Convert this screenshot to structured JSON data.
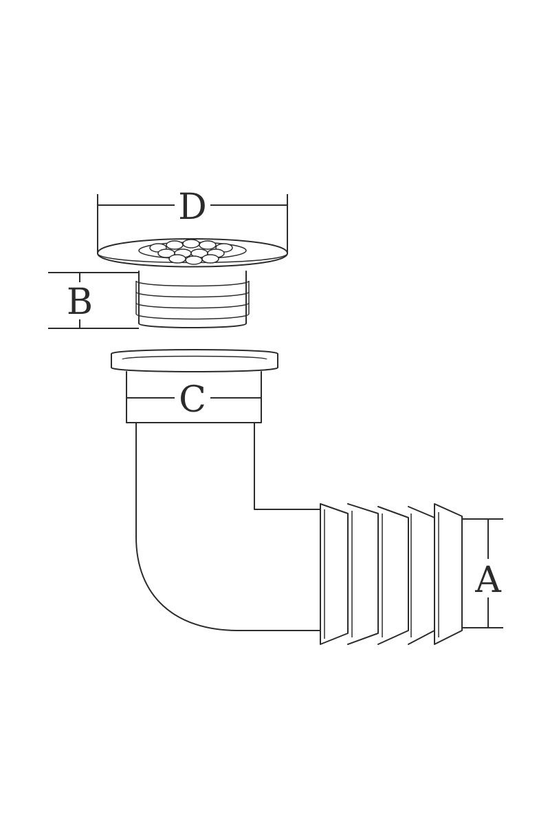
{
  "diagram": {
    "dimension_labels": {
      "A": "A",
      "B": "B",
      "C": "C",
      "D": "D"
    },
    "colors": {
      "line": "#2b2b2b",
      "background": "#ffffff"
    }
  }
}
